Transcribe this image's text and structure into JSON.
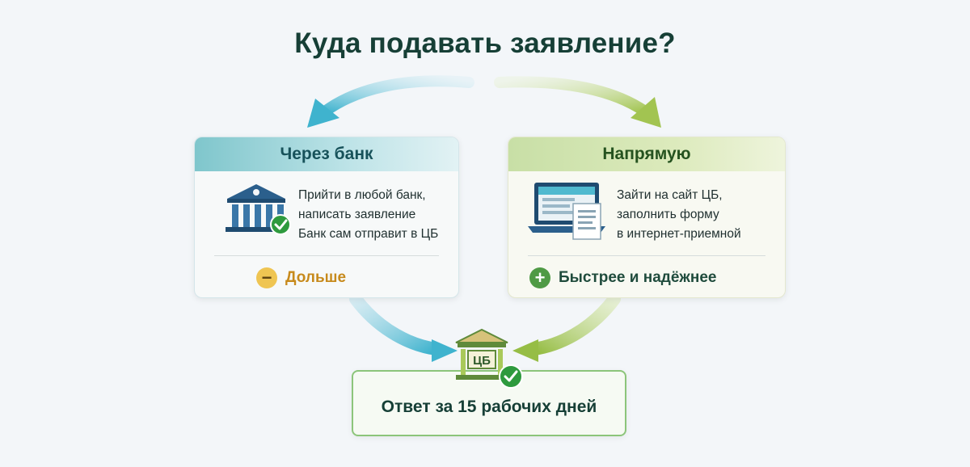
{
  "title": "Куда подавать заявление?",
  "left_card": {
    "heading": "Через банк",
    "lines": [
      "Прийти в любой банк,",
      "написать заявление",
      "Банк сам отправит в ЦБ"
    ],
    "footer": "Дольше",
    "footer_badge": "−",
    "icon": "bank-building-icon"
  },
  "right_card": {
    "heading": "Напрямую",
    "lines": [
      "Зайти на сайт ЦБ,",
      "заполнить форму",
      "в интернет-приемной"
    ],
    "footer": "Быстрее и надёжнее",
    "footer_badge": "+",
    "icon": "laptop-form-icon"
  },
  "result": {
    "text": "Ответ за 15 рабочих дней",
    "icon_label": "ЦБ",
    "icon": "central-bank-building-icon"
  },
  "colors": {
    "left_accent": "#4fb9cf",
    "right_accent": "#a9c95a",
    "title": "#163f36",
    "check": "#2e9a3e"
  }
}
